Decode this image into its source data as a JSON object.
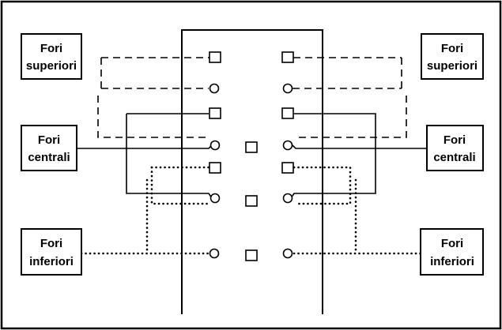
{
  "labels": {
    "top_left": {
      "line1": "Fori",
      "line2": "superiori"
    },
    "top_right": {
      "line1": "Fori",
      "line2": "superiori"
    },
    "mid_left": {
      "line1": "Fori",
      "line2": "centrali"
    },
    "mid_right": {
      "line1": "Fori",
      "line2": "centrali"
    },
    "bottom_left": {
      "line1": "Fori",
      "line2": "inferiori"
    },
    "bottom_right": {
      "line1": "Fori",
      "line2": "inferiori"
    }
  }
}
